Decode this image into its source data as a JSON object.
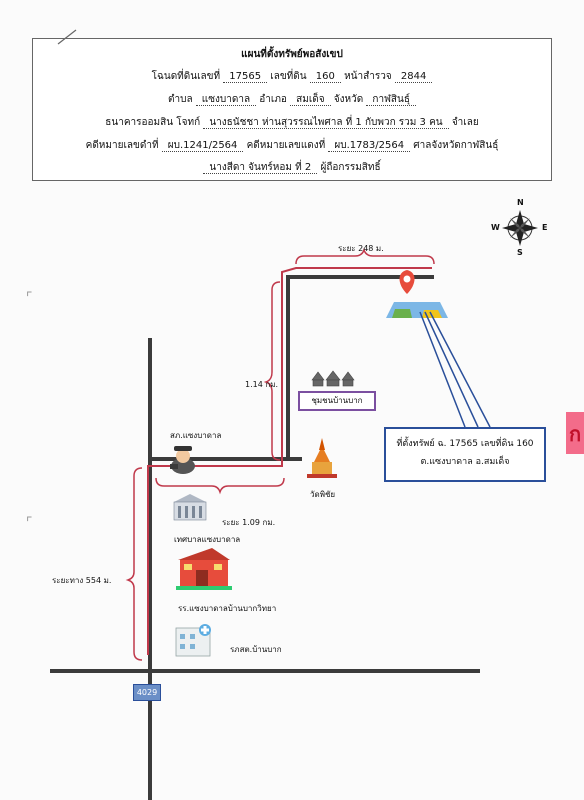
{
  "header": {
    "title": "แผนที่ตั้งทรัพย์พอสังเขป",
    "deed_label": "โฉนดที่ดินเลขที่",
    "deed_no": "17565",
    "land_no_label": "เลขที่ดิน",
    "land_no": "160",
    "survey_label": "หน้าสำรวจ",
    "survey_no": "2844",
    "tambon_label": "ตำบล",
    "tambon": "แซงบาดาล",
    "amphoe_label": "อำเภอ",
    "amphoe": "สมเด็จ",
    "province_label": "จังหวัด",
    "province": "กาฬสินธุ์",
    "plaintiff": "ธนาคารออมสิน",
    "plaintiff_role": "โจทก์",
    "defendant": "นางธนัชชา ห่านสุวรรณไพศาล ที่ 1 กับพวก รวม 3 คน",
    "defendant_role": "จำเลย",
    "case_black_label": "คดีหมายเลขดำที่",
    "case_black": "ผบ.1241/2564",
    "case_red_label": "คดีหมายเลขแดงที่",
    "case_red": "ผบ.1783/2564",
    "court": "ศาลจังหวัดกาฬสินธุ์",
    "owner": "นางสีดา จันทร์หอม ที่ 2",
    "owner_role": "ผู้ถือกรรมสิทธิ์"
  },
  "compass": {
    "n": "N",
    "s": "S",
    "e": "E",
    "w": "W"
  },
  "distances": {
    "top": "ระยะ 248 ม.",
    "vertical": "1.14 กม.",
    "middle": "ระยะ 1.09 กม.",
    "left": "ระยะทาง 554 ม."
  },
  "landmarks": {
    "community": "ชุมชนบ้านบาก",
    "police": "สภ.แซงบาดาล",
    "temple": "วัดพิชัย",
    "municipality": "เทศบาลแซงบาดาล",
    "school": "รร.แซงบาดาลบ้านบากวิทยา",
    "hospital": "รภสต.บ้านบาก"
  },
  "property": {
    "line1": "ที่ตั้งทรัพย์ ฉ. 17565 เลขที่ดิน 160",
    "line2": "ต.แซงบาดาล อ.สมเด็จ"
  },
  "road_number": "4029",
  "edge_char": "ก",
  "colors": {
    "road": "#3a3a3a",
    "route": "#c0394b",
    "property_box": "#2a4f9a",
    "community_box": "#7b4fa0",
    "road_badge": "#6b8fc7"
  }
}
